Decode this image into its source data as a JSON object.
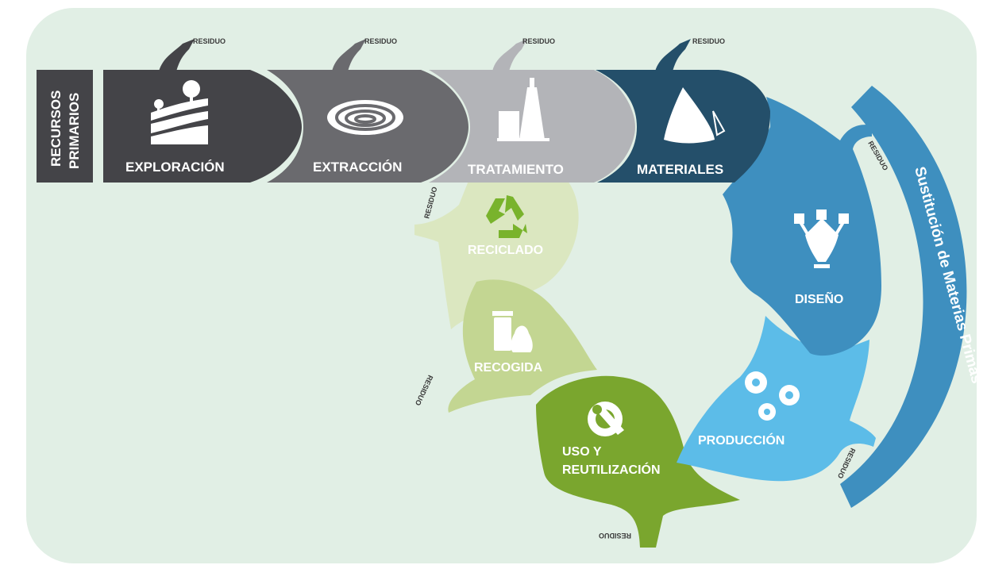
{
  "colors": {
    "background": "#e1efe5",
    "exploracion": "#444448",
    "extraccion": "#6a6a6e",
    "tratamiento": "#b3b4b8",
    "materiales": "#244f6a",
    "diseno": "#3e8fbf",
    "produccion": "#5cbce8",
    "uso": "#7aa62e",
    "recogida": "#c3d692",
    "reciclado": "#dbe7c0",
    "reciclado_text": "#79b32c",
    "sustitucion": "#3e8fbf"
  },
  "diagram": {
    "side_label": {
      "line1": "RECURSOS",
      "line2": "PRIMARIOS"
    },
    "stages": [
      {
        "label": "EXPLORACIÓN",
        "icon": "landscape-layers-icon"
      },
      {
        "label": "EXTRACCIÓN",
        "icon": "open-pit-mine-icon"
      },
      {
        "label": "TRATAMIENTO",
        "icon": "refinery-tower-icon"
      },
      {
        "label": "MATERIALES",
        "icon": "material-pile-icon"
      },
      {
        "label": "DISEÑO",
        "icon": "pen-tool-icon"
      },
      {
        "label": "PRODUCCIÓN",
        "icon": "gears-icon"
      },
      {
        "label": "USO Y",
        "label2": "REUTILIZACIÓN",
        "icon": "wrench-gear-icon"
      },
      {
        "label": "RECOGIDA",
        "icon": "bin-and-bag-icon"
      },
      {
        "label": "RECICLADO",
        "icon": "recycle-icon"
      }
    ],
    "residue_label": "RESIDUO",
    "substitution_label": "Sustitución de Materias Primas"
  }
}
